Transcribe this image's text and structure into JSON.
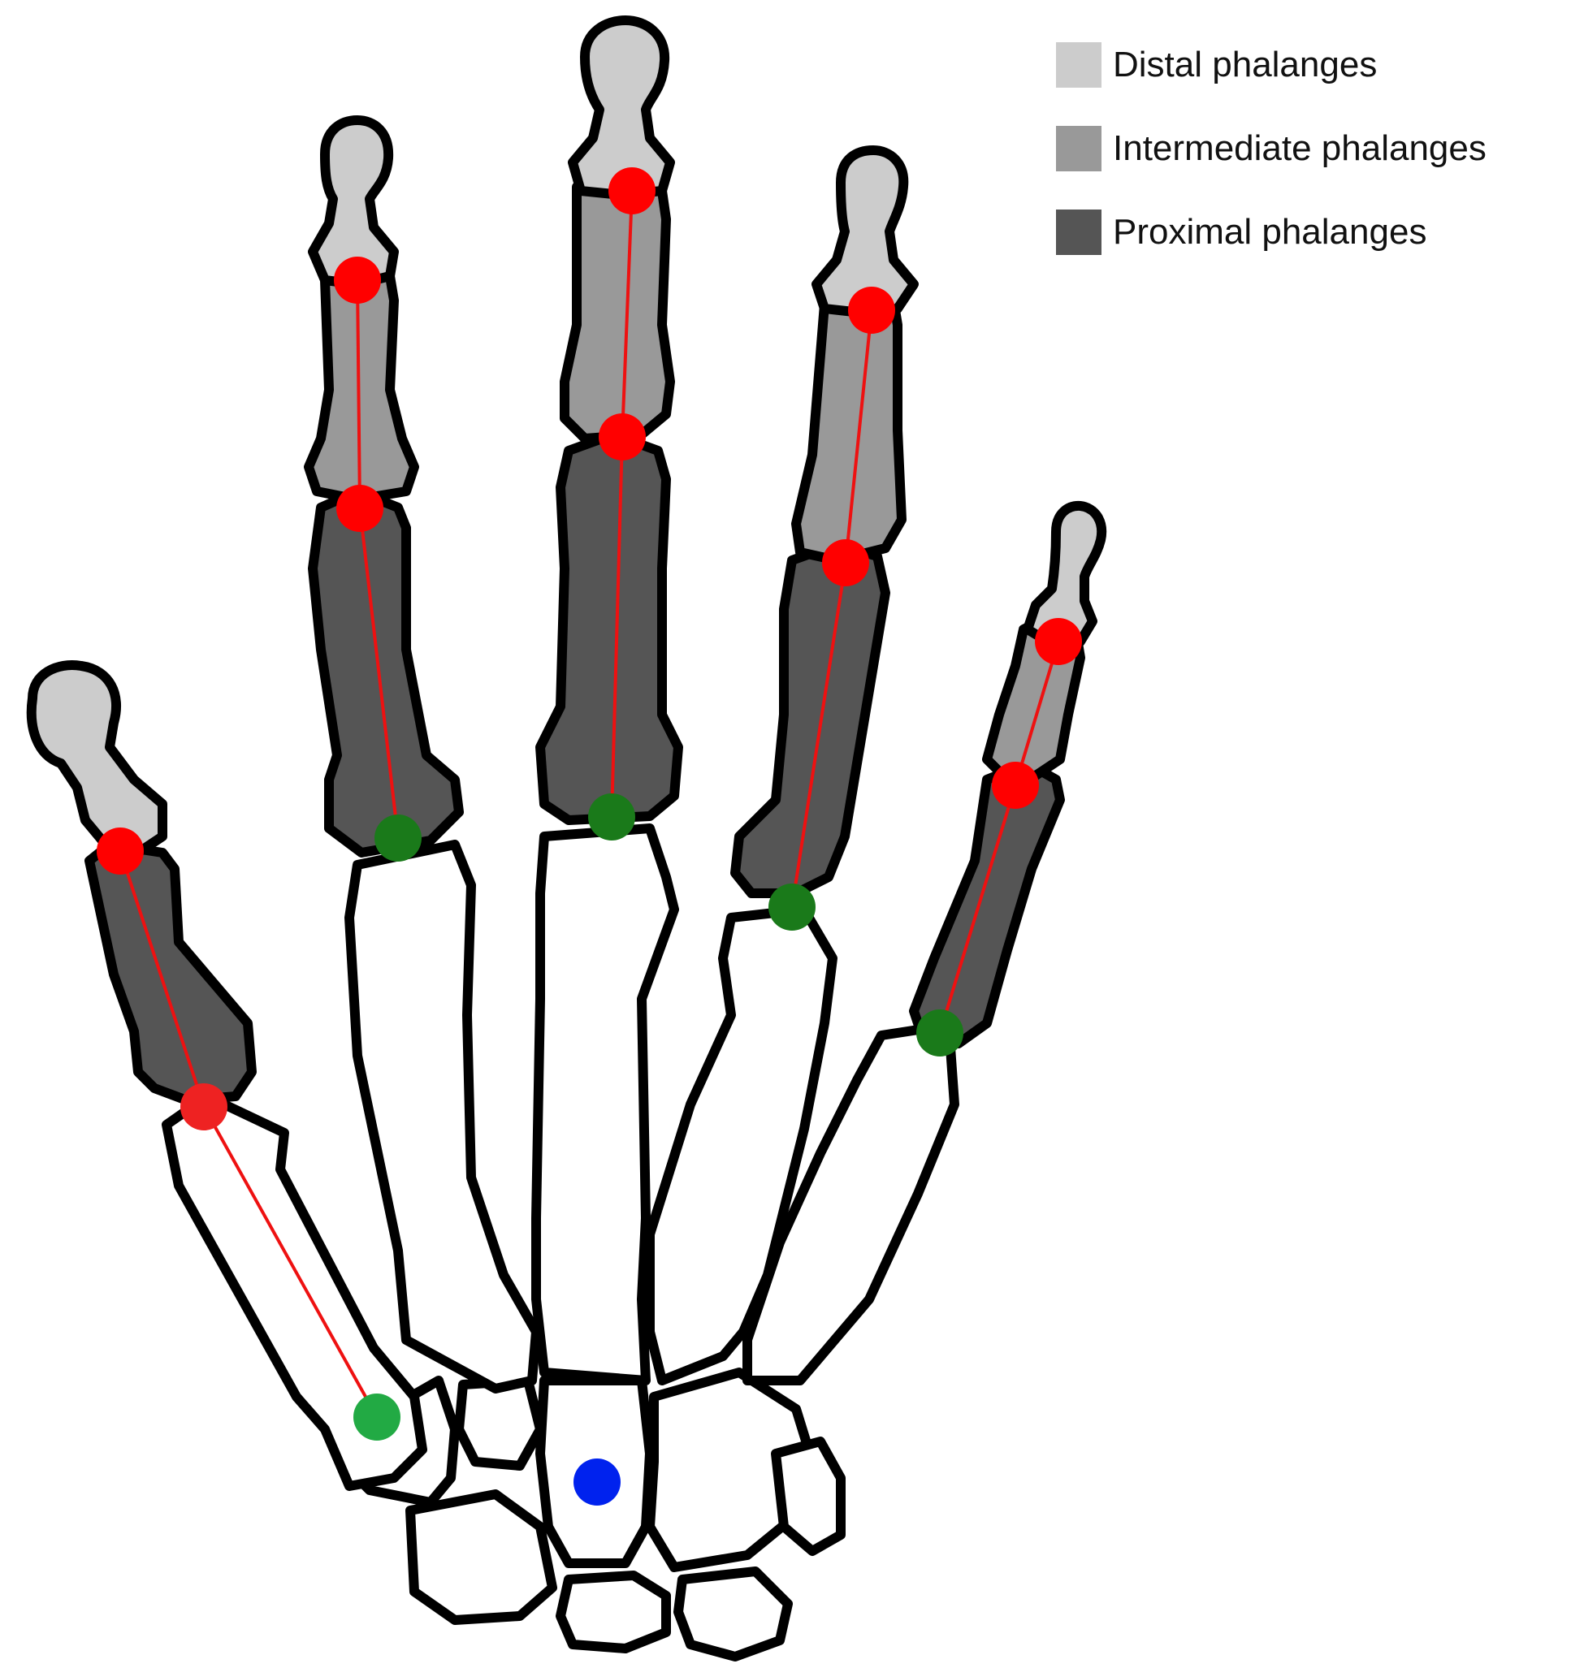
{
  "legend": {
    "items": [
      {
        "label": "Distal phalanges",
        "color": "#cccccc"
      },
      {
        "label": "Intermediate phalanges",
        "color": "#999999"
      },
      {
        "label": "Proximal phalanges",
        "color": "#555555"
      }
    ]
  },
  "colors": {
    "outline": "#000000",
    "metacarpal": "#ffffff",
    "axis_line": "#ee1111",
    "joint_phalangeal": "#ff0000",
    "joint_mcp": "#1a7a1a",
    "joint_thumb_mcp": "#22aa44",
    "joint_carpal": "#0022ee"
  }
}
